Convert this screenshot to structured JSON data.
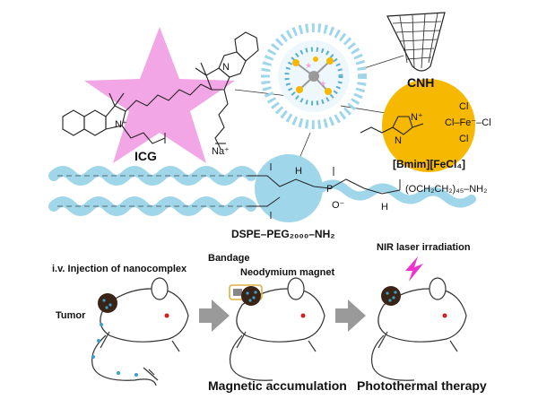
{
  "labels": {
    "icg": "ICG",
    "cnh": "CNH",
    "ionic_liquid": "[Bmim][FeCl₄]",
    "dspe_peg": "DSPE–PEG₂₀₀₀–NH₂",
    "injection": "i.v. Injection of nanocomplex",
    "tumor": "Tumor",
    "bandage": "Bandage",
    "magnet": "Neodymium magnet",
    "laser": "NIR laser irradiation",
    "step_magnetic": "Magnetic accumulation",
    "step_photothermal": "Photothermal therapy"
  },
  "chem": {
    "na": "Na⁺",
    "n_plus": "N⁺",
    "n": "N",
    "cl1": "Cl",
    "cl2": "Cl–Fe⁻–Cl",
    "cl3": "Cl",
    "peg_chain": "(OCH₂CH₂)₄₅–NH₂",
    "nh": "H",
    "phosphate_p": "P",
    "o_minus": "O⁻",
    "h": "H"
  },
  "colors": {
    "icg_star": "#f2a6e6",
    "lipid": "#9fd6ea",
    "lipid_dark": "#5aaed0",
    "fe_circle": "#f6b800",
    "laser": "#ee33cc",
    "arrow": "#9a9a9a",
    "tumor": "#3a2418"
  }
}
